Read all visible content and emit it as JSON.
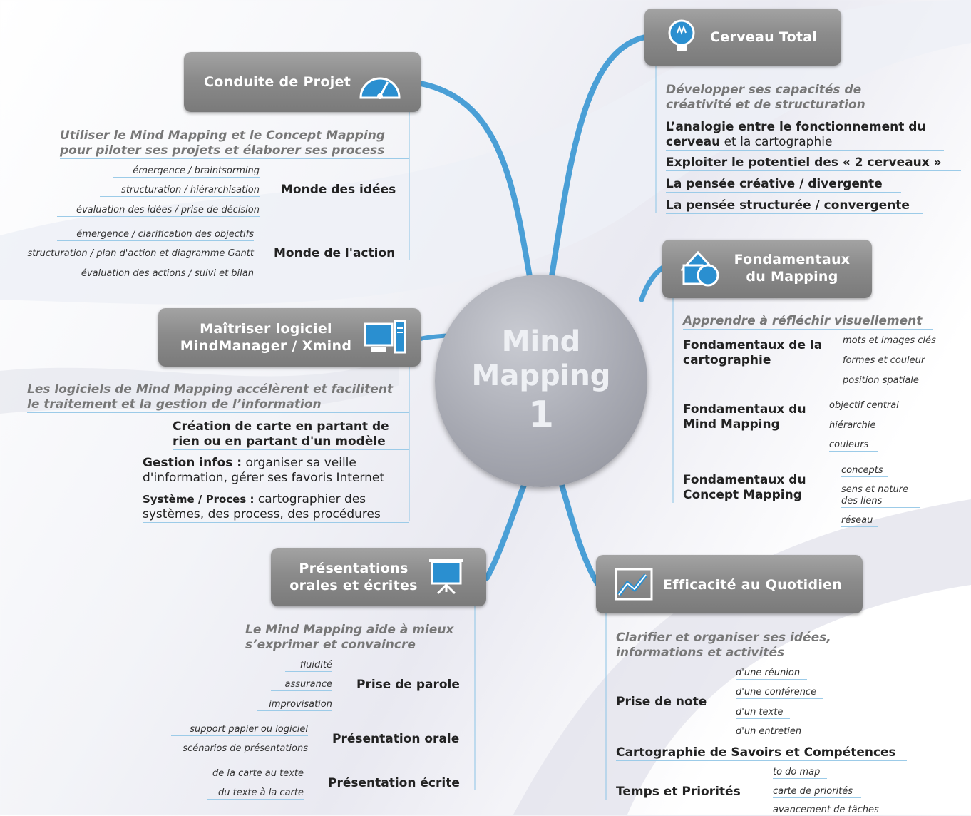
{
  "center": {
    "line1": "Mind",
    "line2": "Mapping",
    "line3": "1"
  },
  "cerveau": {
    "title": "Cerveau Total",
    "intro": "Développer ses capacités de créativité et de structuration",
    "items": [
      {
        "bold": "L’analogie entre le fonctionnement du cerveau",
        "rest": " et la cartographie"
      },
      {
        "bold": "Exploiter le potentiel des  « 2 cerveaux »",
        "rest": ""
      },
      {
        "bold": "La pensée créative / divergente",
        "rest": ""
      },
      {
        "bold": "La pensée structurée / convergente",
        "rest": ""
      }
    ]
  },
  "fondamentaux": {
    "title": "Fondamentaux du Mapping",
    "intro": "Apprendre à réfléchir visuellement",
    "groups": [
      {
        "label": "Fondamentaux de la cartographie",
        "leaves": [
          "mots et images clés",
          "formes et couleur",
          "position spatiale"
        ]
      },
      {
        "label": "Fondamentaux du Mind Mapping",
        "leaves": [
          "objectif central",
          "hiérarchie",
          "couleurs"
        ]
      },
      {
        "label": "Fondamentaux du Concept Mapping",
        "leaves": [
          "concepts",
          "sens et nature des liens",
          "réseau"
        ]
      }
    ]
  },
  "efficacite": {
    "title": "Efficacité au Quotidien",
    "intro": "Clarifier et organiser ses idées, informations et activités",
    "groups": [
      {
        "label": "Prise de note",
        "leaves": [
          "d'une réunion",
          "d'une conférence",
          "d'un texte",
          "d'un entretien"
        ]
      },
      {
        "label": "Cartographie de Savoirs et Compétences",
        "leaves": []
      },
      {
        "label": "Temps et Priorités",
        "leaves": [
          "to do map",
          "carte de priorités",
          "avancement de tâches"
        ]
      }
    ]
  },
  "conduite": {
    "title": "Conduite de Projet",
    "intro": "Utiliser le Mind Mapping et le Concept Mapping pour piloter ses projets et élaborer ses process",
    "groups": [
      {
        "label": "Monde des idées",
        "leaves": [
          "émergence / braintsorming",
          "structuration / hiérarchisation",
          "évaluation des idées / prise de décision"
        ]
      },
      {
        "label": "Monde de l'action",
        "leaves": [
          "émergence / clarification des objectifs",
          "structuration / plan d'action et diagramme Gantt",
          "évaluation des actions / suivi et bilan"
        ]
      }
    ]
  },
  "logiciel": {
    "title_line1": "Maîtriser logiciel",
    "title_line2": "MindManager / Xmind",
    "intro": "Les logiciels de Mind Mapping accélèrent et facilitent le traitement et la gestion de l’information",
    "items": [
      {
        "bold": "Création de carte en partant de rien ou en partant d'un modèle",
        "rest": ""
      },
      {
        "bold": "Gestion infos :",
        "rest": " organiser sa veille d'information, gérer ses favoris Internet"
      },
      {
        "bold": "Système / Proces :",
        "rest": " cartographier des systèmes, des process, des procédures"
      }
    ]
  },
  "presentations": {
    "title_line1": "Présentations",
    "title_line2": "orales et écrites",
    "intro": "Le Mind Mapping aide à mieux s’exprimer et convaincre",
    "groups": [
      {
        "label": "Prise de parole",
        "leaves": [
          "fluidité",
          "assurance",
          "improvisation"
        ]
      },
      {
        "label": "Présentation orale",
        "leaves": [
          "support papier ou logiciel",
          "scénarios de présentations"
        ]
      },
      {
        "label": "Présentation écrite",
        "leaves": [
          "de la carte au texte",
          "du texte à la carte"
        ]
      }
    ]
  }
}
